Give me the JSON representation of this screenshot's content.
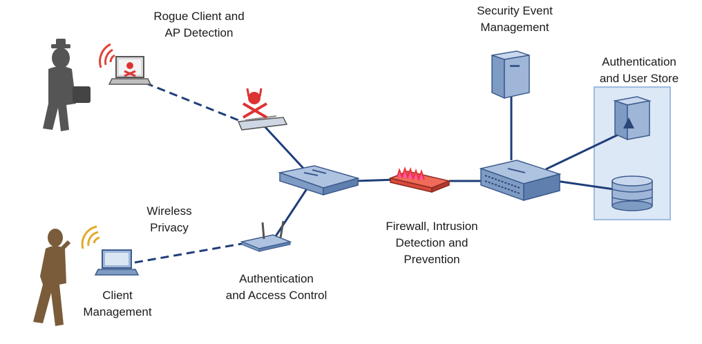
{
  "labels": {
    "rogue": "Rogue Client and\nAP Detection",
    "sem": "Security Event\nManagement",
    "auth_store": "Authentication\nand User Store",
    "wireless_privacy": "Wireless\nPrivacy",
    "firewall": "Firewall, Intrusion\nDetection and\nPrevention",
    "auth_access": "Authentication\nand Access Control",
    "client_mgmt": "Client\nManagement"
  },
  "colors": {
    "link": "#1f3d7a",
    "device": "#7e9bc4",
    "device_dark": "#3c5a8c",
    "firewall": "#d94a3a",
    "store_panel": "#dce8f5",
    "attacker": "#555555",
    "user": "#7a5c3a",
    "signal": "#e0443a",
    "signal_ok": "#e3a92a"
  }
}
